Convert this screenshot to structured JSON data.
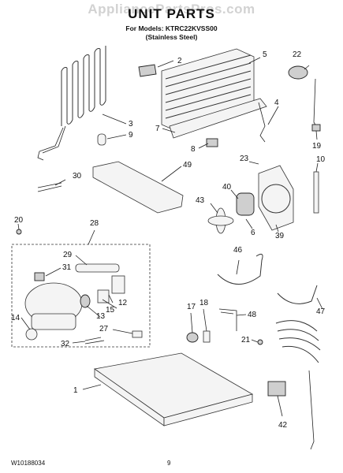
{
  "header": {
    "watermark": "AppliancePartsPros.com",
    "title": "UNIT PARTS",
    "model_line": "For Models: KTRC22KVSS00",
    "finish_line": "(Stainless Steel)"
  },
  "footer": {
    "doc_number": "W10188034",
    "page_number": "9"
  },
  "callouts": [
    "1",
    "2",
    "3",
    "4",
    "5",
    "6",
    "7",
    "8",
    "9",
    "10",
    "12",
    "13",
    "14",
    "15",
    "17",
    "18",
    "19",
    "20",
    "21",
    "22",
    "23",
    "27",
    "28",
    "29",
    "30",
    "31",
    "32",
    "39",
    "40",
    "42",
    "43",
    "46",
    "47",
    "48",
    "49"
  ]
}
